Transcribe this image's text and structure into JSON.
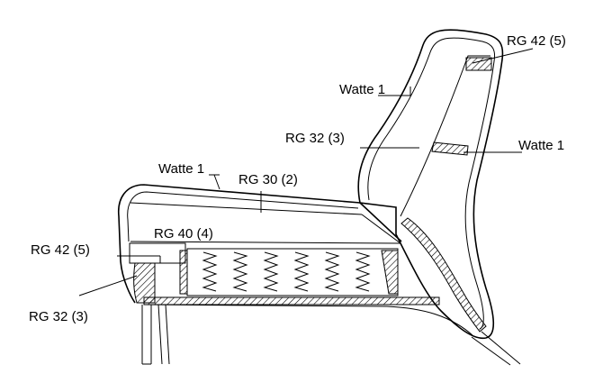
{
  "labels": {
    "rg42_top": "RG 42 (5)",
    "watte_back": "Watte 1",
    "rg32_back": "RG 32 (3)",
    "watte_right": "Watte 1",
    "watte_seat": "Watte 1",
    "rg30": "RG 30 (2)",
    "rg40": "RG 40 (4)",
    "rg42_left": "RG 42 (5)",
    "rg32_left": "RG 32 (3)"
  }
}
